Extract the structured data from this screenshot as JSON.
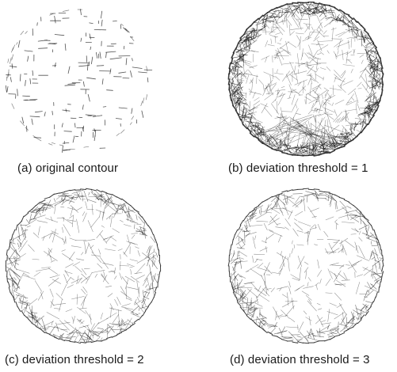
{
  "figure": {
    "panels": [
      {
        "id": "a",
        "caption": "(a) original contour",
        "density": "sparse",
        "rim": "none"
      },
      {
        "id": "b",
        "caption": "(b) deviation threshold = 1",
        "density": "dense",
        "rim": "heavy"
      },
      {
        "id": "c",
        "caption": "(c) deviation threshold = 2",
        "density": "medium",
        "rim": "medium"
      },
      {
        "id": "d",
        "caption": "(d) deviation threshold = 3",
        "density": "medium",
        "rim": "medium"
      }
    ]
  },
  "colors": {
    "ink": "#1a1a1a",
    "background": "#ffffff"
  }
}
